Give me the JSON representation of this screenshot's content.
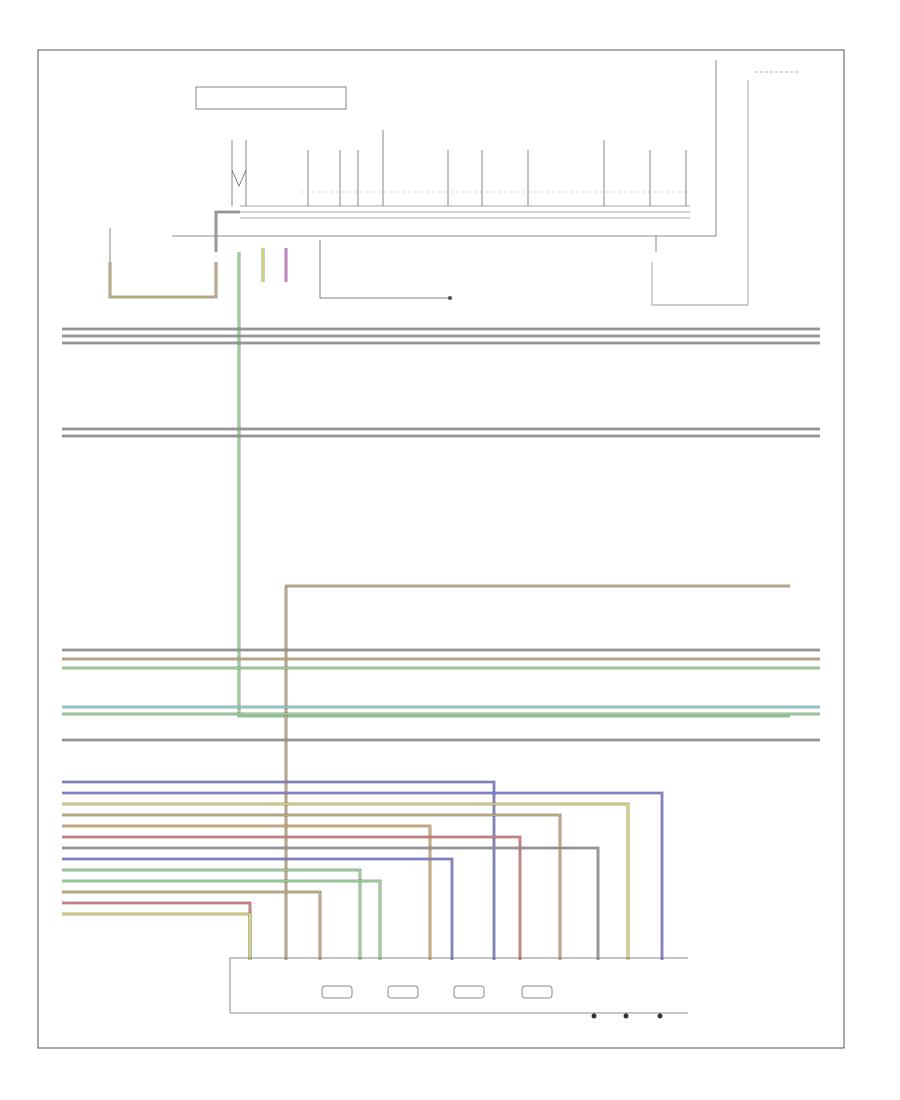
{
  "diagram": {
    "page_label": "",
    "module_title": "",
    "module_sub": "",
    "right_title": "",
    "bottom_title": "",
    "bottom_sub": "",
    "top_label_left": "",
    "top_label_right": "",
    "center_note_1": "",
    "center_note_2": "",
    "center_note_3": "",
    "left_note": "",
    "mid_note_1": "",
    "mid_note_2": "",
    "ground_note": "",
    "right_note": ""
  },
  "wire_colors": {
    "tan": "#d9c08a",
    "green": "#a8f0a8",
    "yellow": "#f5f57a",
    "pink": "#f07ef0",
    "cyan": "#9ff0f5",
    "blue": "#8c8cf2",
    "orange": "#f2c178",
    "red": "#f08a8a",
    "gray": "#aaaaaa",
    "outline": "#555555"
  },
  "buses": [
    {
      "id": "bus-1",
      "left_label": "",
      "right_label": "",
      "color": "gray"
    },
    {
      "id": "bus-2",
      "left_label": "",
      "right_label": "",
      "color": "gray"
    },
    {
      "id": "bus-3",
      "left_label": "",
      "right_label": "",
      "color": "gray"
    },
    {
      "id": "bus-4",
      "left_label": "",
      "right_label": "",
      "color": "gray"
    },
    {
      "id": "bus-5",
      "left_label": "",
      "right_label": "",
      "color": "gray"
    },
    {
      "id": "bus-6",
      "left_label": "",
      "right_label": "",
      "color": "tan"
    },
    {
      "id": "bus-7",
      "left_label": "",
      "right_label": "",
      "color": "gray"
    },
    {
      "id": "bus-8",
      "left_label": "",
      "right_label": "",
      "color": "tan"
    },
    {
      "id": "bus-9",
      "left_label": "",
      "right_label": "",
      "color": "green"
    },
    {
      "id": "bus-10",
      "left_label": "",
      "right_label": "",
      "color": "cyan"
    },
    {
      "id": "bus-11",
      "left_label": "",
      "right_label": "",
      "color": "green"
    },
    {
      "id": "bus-12",
      "left_label": "",
      "right_label": "",
      "color": "gray"
    }
  ],
  "solenoid_wires": [
    {
      "id": "sol-1",
      "label": "",
      "color": "blue"
    },
    {
      "id": "sol-2",
      "label": "",
      "color": "blue"
    },
    {
      "id": "sol-3",
      "label": "",
      "color": "yellow"
    },
    {
      "id": "sol-4",
      "label": "",
      "color": "tan"
    },
    {
      "id": "sol-5",
      "label": "",
      "color": "orange"
    },
    {
      "id": "sol-6",
      "label": "",
      "color": "red"
    },
    {
      "id": "sol-7",
      "label": "",
      "color": "gray"
    },
    {
      "id": "sol-8",
      "label": "",
      "color": "blue"
    },
    {
      "id": "sol-9",
      "label": "",
      "color": "green"
    },
    {
      "id": "sol-10",
      "label": "",
      "color": "green"
    },
    {
      "id": "sol-11",
      "label": "",
      "color": "tan"
    },
    {
      "id": "sol-12",
      "label": "",
      "color": "red"
    },
    {
      "id": "sol-13",
      "label": "",
      "color": "yellow"
    }
  ]
}
